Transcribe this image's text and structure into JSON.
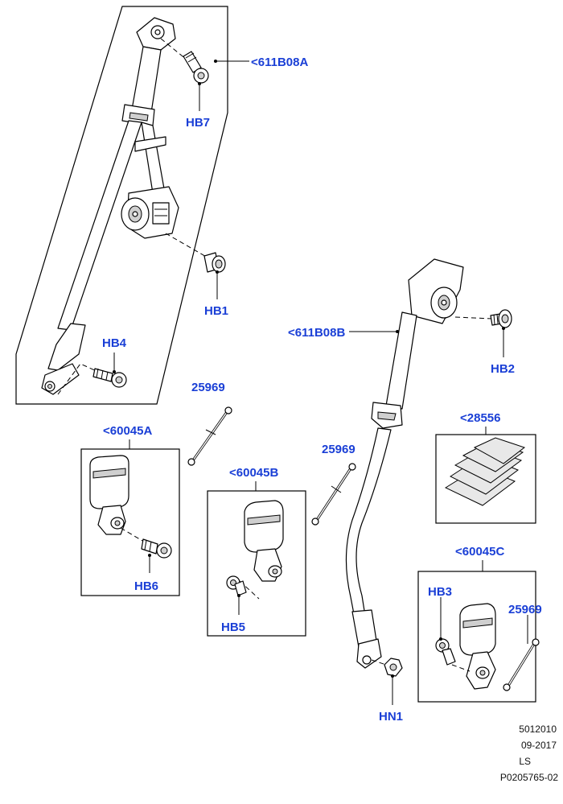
{
  "callouts": {
    "rear_left_belt": "<611B08A",
    "rear_center_belt": "<611B08B",
    "buckle_a": "<60045A",
    "buckle_b": "<60045B",
    "buckle_c": "<60045C",
    "label_pack": "<28556",
    "tie_1": "25969",
    "tie_2": "25969",
    "tie_3": "25969",
    "hb1": "HB1",
    "hb2": "HB2",
    "hb3": "HB3",
    "hb4": "HB4",
    "hb5": "HB5",
    "hb6": "HB6",
    "hb7": "HB7",
    "hn1": "HN1"
  },
  "footer": {
    "line1": "5012010",
    "line2": "09-2017",
    "line3": "LS",
    "line4": "P0205765-02"
  }
}
